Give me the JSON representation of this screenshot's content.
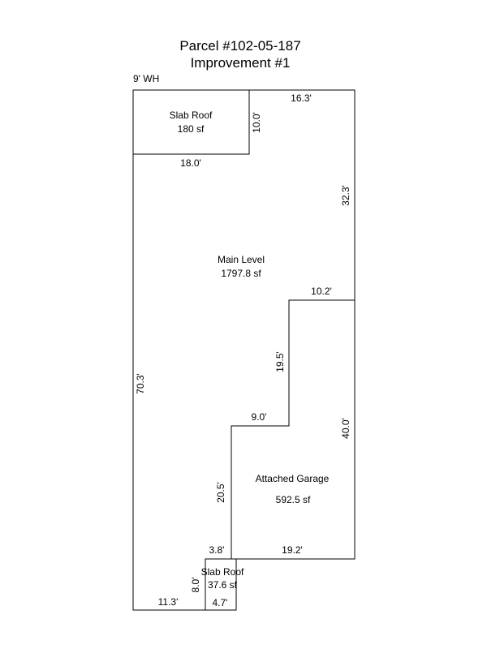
{
  "title": {
    "line1": "Parcel #102-05-187",
    "line2": "Improvement #1"
  },
  "note": "9' WH",
  "areas": {
    "slab_roof_top": {
      "label": "Slab Roof",
      "area": "180 sf"
    },
    "main_level": {
      "label": "Main Level",
      "area": "1797.8 sf"
    },
    "attached_garage": {
      "label": "Attached Garage",
      "area": "592.5 sf"
    },
    "slab_roof_bottom": {
      "label": "Slab Roof",
      "area": "37.6 sf"
    }
  },
  "dimensions": {
    "top_right": "16.3'",
    "slab_top_height": "10.0'",
    "slab_top_width": "18.0'",
    "right_upper": "32.3'",
    "step_top": "10.2'",
    "step_vertical": "19.5'",
    "step_middle": "9.0'",
    "right_lower": "40.0'",
    "left_side": "70.3'",
    "garage_left": "20.5'",
    "small_step": "3.8'",
    "garage_bottom": "19.2'",
    "slab_bottom_height": "8.0'",
    "bottom_left": "11.3'",
    "slab_bottom_width": "4.7'"
  }
}
